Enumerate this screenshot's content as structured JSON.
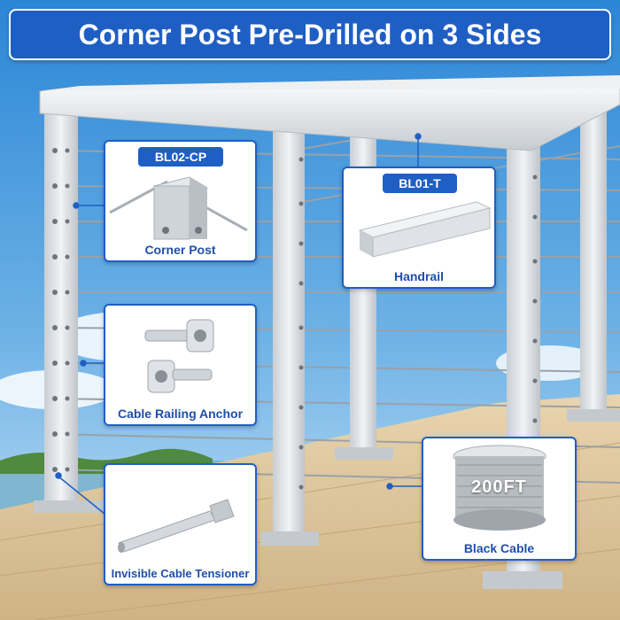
{
  "title": "Corner Post Pre-Drilled on 3 Sides",
  "colors": {
    "brand_blue": "#1f5fc4",
    "label_blue": "#1f4fa8",
    "sky_top": "#2b86d6",
    "sky_bottom": "#cfe6f7",
    "deck": "#dcc49a",
    "metal": "#d9dde1"
  },
  "callouts": {
    "corner_post": {
      "code": "BL02-CP",
      "label": "Corner Post"
    },
    "handrail": {
      "code": "BL01-T",
      "label": "Handrail"
    },
    "anchor": {
      "label": "Cable Railing Anchor"
    },
    "tensioner": {
      "label": "Invisible Cable Tensioner"
    },
    "cable": {
      "label": "Black Cable",
      "spool_text": "200FT"
    }
  }
}
